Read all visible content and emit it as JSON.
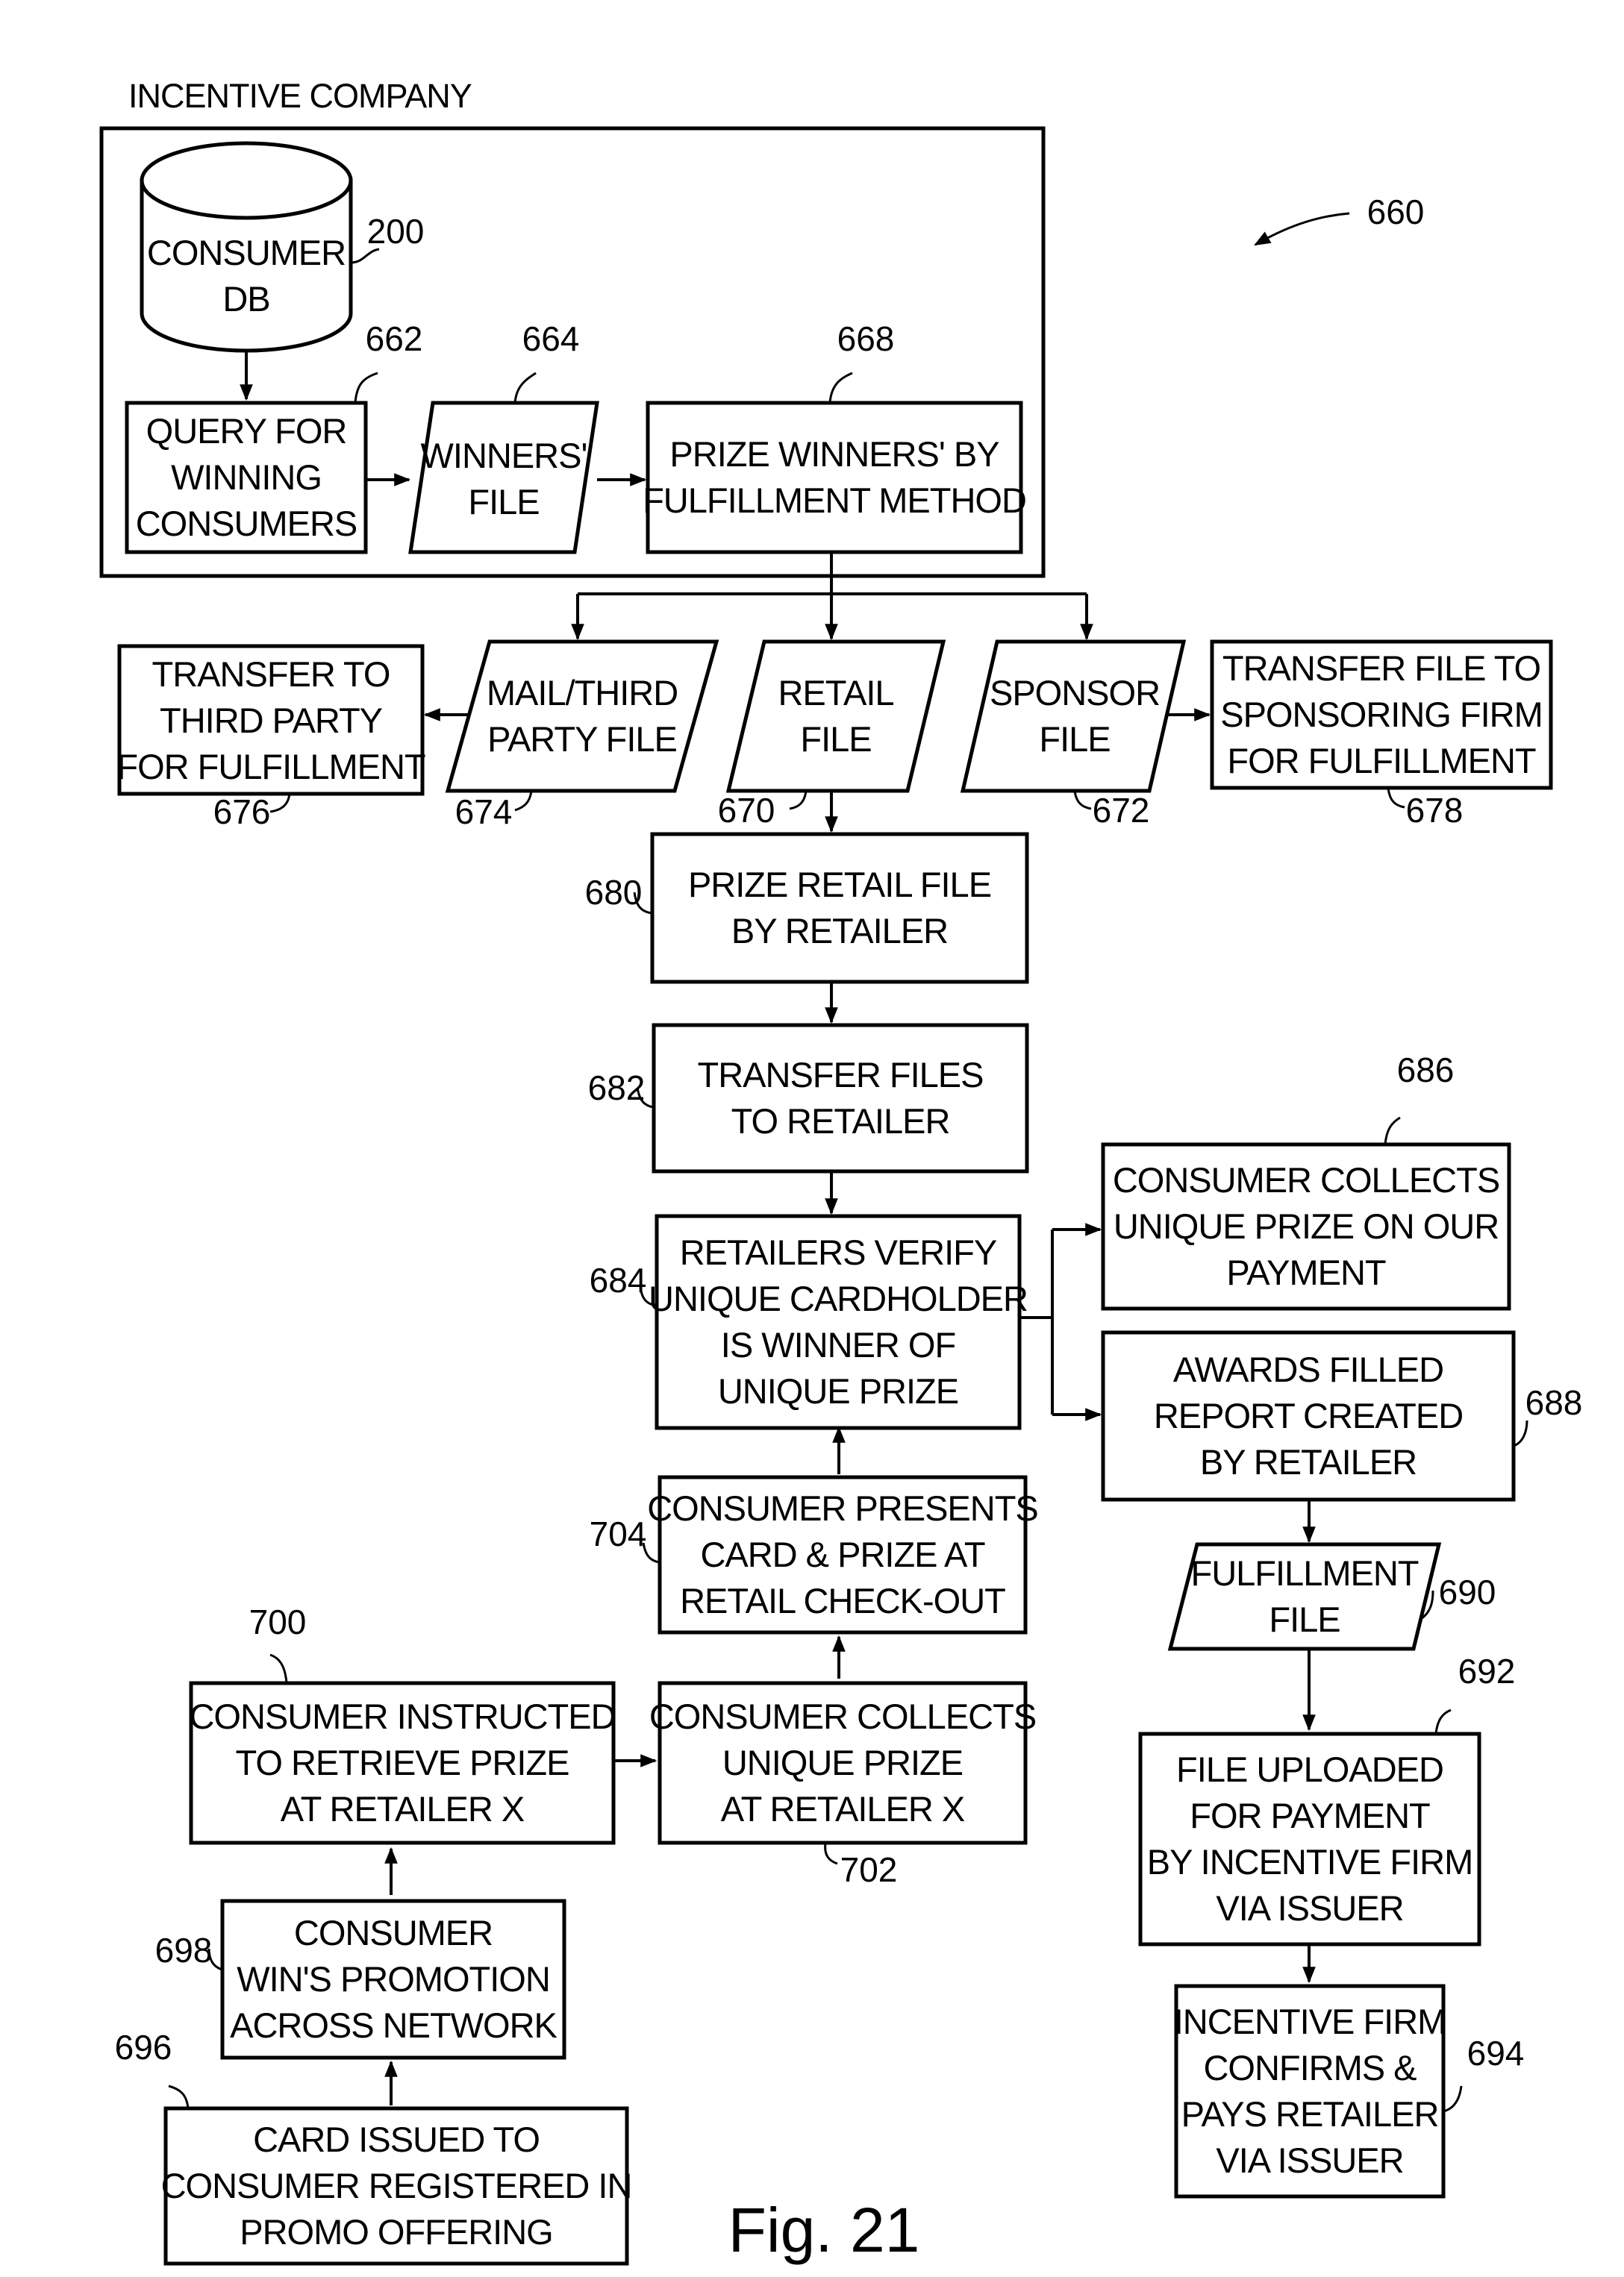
{
  "header": {
    "company_label": "INCENTIVE COMPANY",
    "figure_ref": "660",
    "figure_caption": "Fig. 21"
  },
  "nodes": {
    "consumer_db": {
      "ref": "200",
      "lines": [
        "CONSUMER",
        "DB"
      ]
    },
    "query_winning": {
      "ref": "662",
      "lines": [
        "QUERY FOR",
        "WINNING",
        "CONSUMERS"
      ]
    },
    "winners_file": {
      "ref": "664",
      "lines": [
        "WINNERS'",
        "FILE"
      ]
    },
    "prize_winners": {
      "ref": "668",
      "lines": [
        "PRIZE WINNERS' BY",
        "FULFILLMENT METHOD"
      ]
    },
    "transfer_third": {
      "ref": "676",
      "lines": [
        "TRANSFER TO",
        "THIRD PARTY",
        "FOR FULFILLMENT"
      ]
    },
    "mail_third_file": {
      "ref": "674",
      "lines": [
        "MAIL/THIRD",
        "PARTY FILE"
      ]
    },
    "retail_file": {
      "ref": "670",
      "lines": [
        "RETAIL",
        "FILE"
      ]
    },
    "sponsor_file": {
      "ref": "672",
      "lines": [
        "SPONSOR",
        "FILE"
      ]
    },
    "transfer_sponsor": {
      "ref": "678",
      "lines": [
        "TRANSFER FILE TO",
        "SPONSORING FIRM",
        "FOR FULFILLMENT"
      ]
    },
    "prize_retail_file": {
      "ref": "680",
      "lines": [
        "PRIZE RETAIL FILE",
        "BY RETAILER"
      ]
    },
    "transfer_retailer": {
      "ref": "682",
      "lines": [
        "TRANSFER FILES",
        "TO RETAILER"
      ]
    },
    "retailers_verify": {
      "ref": "684",
      "lines": [
        "RETAILERS VERIFY",
        "UNIQUE CARDHOLDER",
        "IS WINNER OF",
        "UNIQUE PRIZE"
      ]
    },
    "consumer_collects_payment": {
      "ref": "686",
      "lines": [
        "CONSUMER COLLECTS",
        "UNIQUE PRIZE ON OUR",
        "PAYMENT"
      ]
    },
    "awards_report": {
      "ref": "688",
      "lines": [
        "AWARDS FILLED",
        "REPORT CREATED",
        "BY RETAILER"
      ]
    },
    "fulfillment_file": {
      "ref": "690",
      "lines": [
        "FULFILLMENT",
        "FILE"
      ]
    },
    "file_uploaded": {
      "ref": "692",
      "lines": [
        "FILE UPLOADED",
        "FOR PAYMENT",
        "BY INCENTIVE FIRM",
        "VIA ISSUER"
      ]
    },
    "incentive_confirms": {
      "ref": "694",
      "lines": [
        "INCENTIVE FIRM",
        "CONFIRMS &",
        "PAYS RETAILER",
        "VIA ISSUER"
      ]
    },
    "consumer_presents": {
      "ref": "704",
      "lines": [
        "CONSUMER PRESENTS",
        "CARD & PRIZE AT",
        "RETAIL CHECK-OUT"
      ]
    },
    "consumer_instructed": {
      "ref": "700",
      "lines": [
        "CONSUMER INSTRUCTED",
        "TO RETRIEVE PRIZE",
        "AT RETAILER X"
      ]
    },
    "consumer_collects_x": {
      "ref": "702",
      "lines": [
        "CONSUMER COLLECTS",
        "UNIQUE PRIZE",
        "AT RETAILER X"
      ]
    },
    "consumer_wins": {
      "ref": "698",
      "lines": [
        "CONSUMER",
        "WIN'S PROMOTION",
        "ACROSS NETWORK"
      ]
    },
    "card_issued": {
      "ref": "696",
      "lines": [
        "CARD ISSUED TO",
        "CONSUMER REGISTERED IN",
        "PROMO OFFERING"
      ]
    }
  }
}
